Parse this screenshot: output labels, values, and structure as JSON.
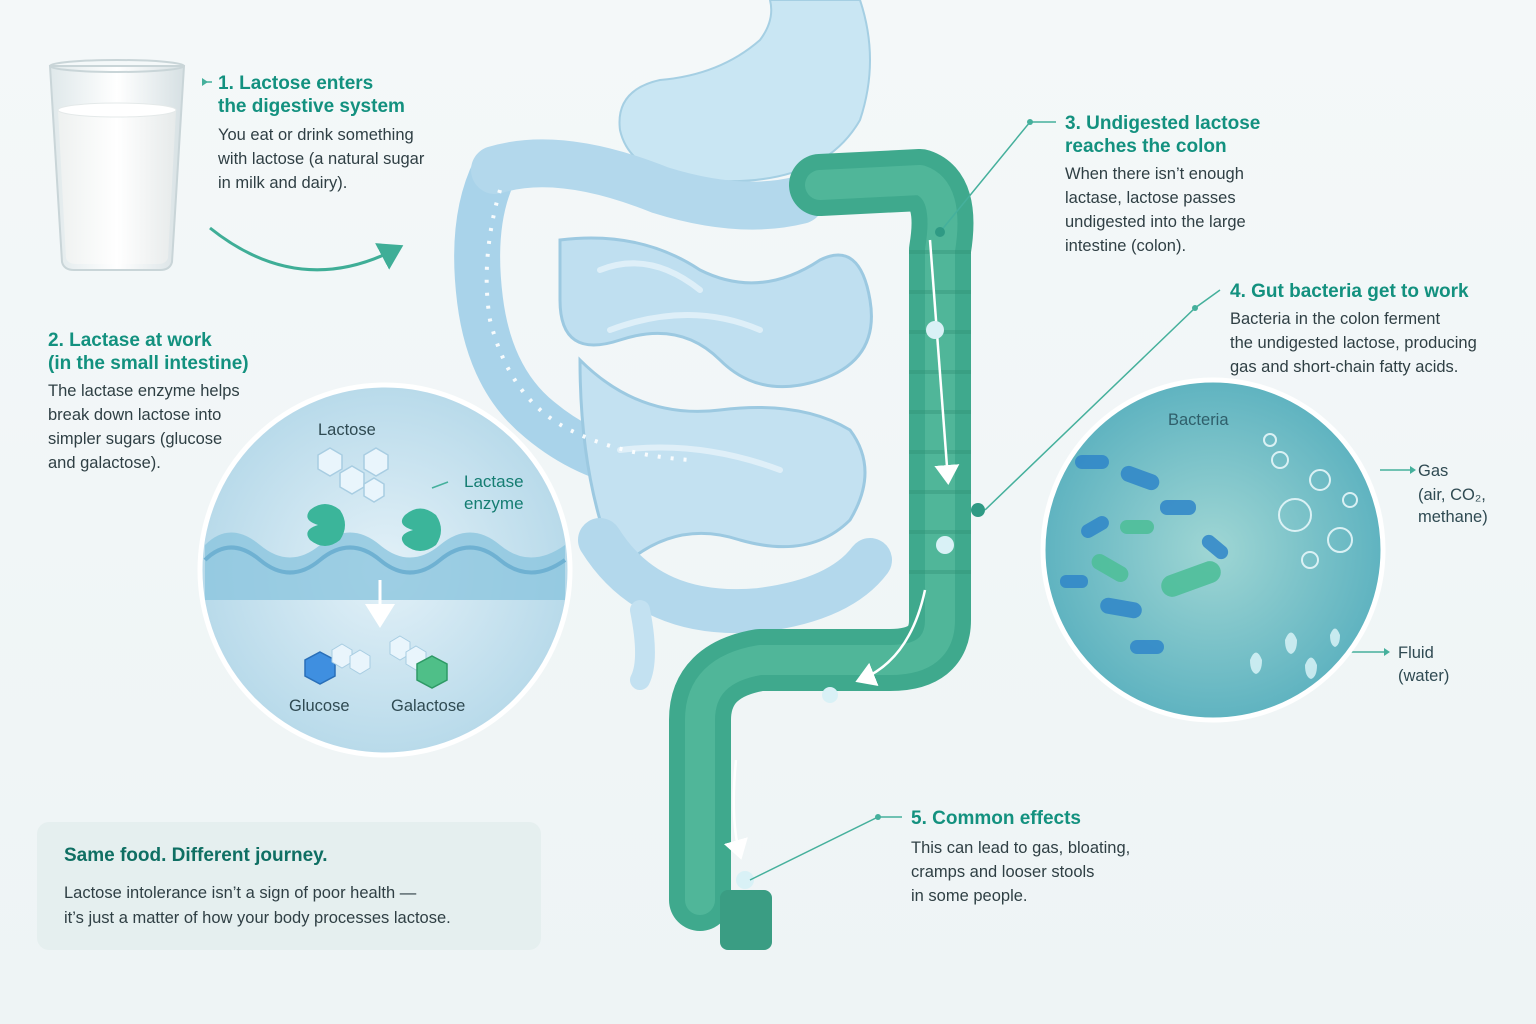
{
  "steps": [
    {
      "title": "1. Lactose enters\nthe digestive system",
      "body": "You eat or drink something\nwith lactose (a natural sugar\nin milk and dairy)."
    },
    {
      "title": "2. Lactase at work\n(in the small intestine)",
      "body": "The lactase enzyme helps\nbreak down lactose into\nsimpler sugars (glucose\nand galactose)."
    },
    {
      "title": "3. Undigested lactose\nreaches the colon",
      "body": "When there isn’t enough\nlactase, lactose passes\nundigested into the large\nintestine (colon)."
    },
    {
      "title": "4. Gut bacteria get to work",
      "body": "Bacteria in the colon ferment\nthe undigested lactose, producing\ngas and short-chain fatty acids."
    },
    {
      "title": "5. Common effects",
      "body": "This can lead to gas, bloating,\ncramps and looser stools\nin some people."
    }
  ],
  "small_intestine_inset": {
    "lactose_label": "Lactose",
    "enzyme_label": "Lactase\nenzyme",
    "glucose_label": "Glucose",
    "galactose_label": "Galactose"
  },
  "colon_inset": {
    "bacteria_label": "Bacteria",
    "gas_label": "Gas",
    "gas_detail": "(air, CO₂,\nmethane)",
    "fluid_label": "Fluid",
    "fluid_detail": "(water)"
  },
  "note": {
    "title": "Same food. Different journey.",
    "body": "Lactose intolerance isn’t a sign of poor health —\nit’s just a matter of how your body processes lactose."
  },
  "colors": {
    "accent": "#13917f",
    "small_intestine": "#bcdcef",
    "large_intestine": "#3fa98d",
    "glucose": "#3f8fe0",
    "galactose": "#4fbf88"
  }
}
